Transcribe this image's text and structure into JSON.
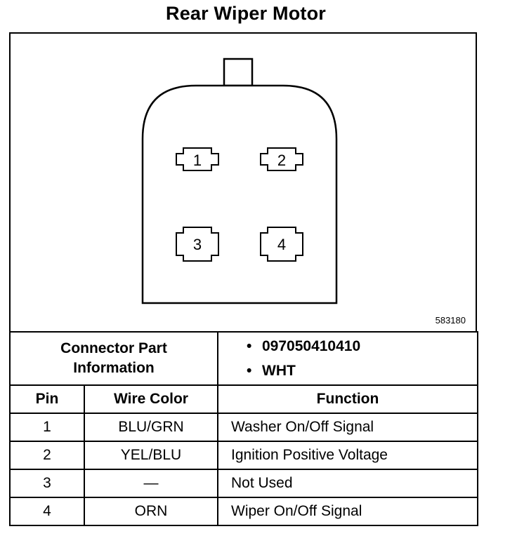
{
  "title": "Rear Wiper Motor",
  "figure_id": "583180",
  "connector": {
    "pins": [
      "1",
      "2",
      "3",
      "4"
    ]
  },
  "connector_info": {
    "label_line1": "Connector Part",
    "label_line2": "Information",
    "part_number": "097050410410",
    "color": "WHT"
  },
  "table": {
    "headers": {
      "pin": "Pin",
      "wire_color": "Wire Color",
      "function": "Function"
    },
    "rows": [
      {
        "pin": "1",
        "wire_color": "BLU/GRN",
        "function": "Washer On/Off Signal"
      },
      {
        "pin": "2",
        "wire_color": "YEL/BLU",
        "function": "Ignition Positive Voltage"
      },
      {
        "pin": "3",
        "wire_color": "—",
        "function": "Not Used"
      },
      {
        "pin": "4",
        "wire_color": "ORN",
        "function": "Wiper On/Off Signal"
      }
    ]
  }
}
